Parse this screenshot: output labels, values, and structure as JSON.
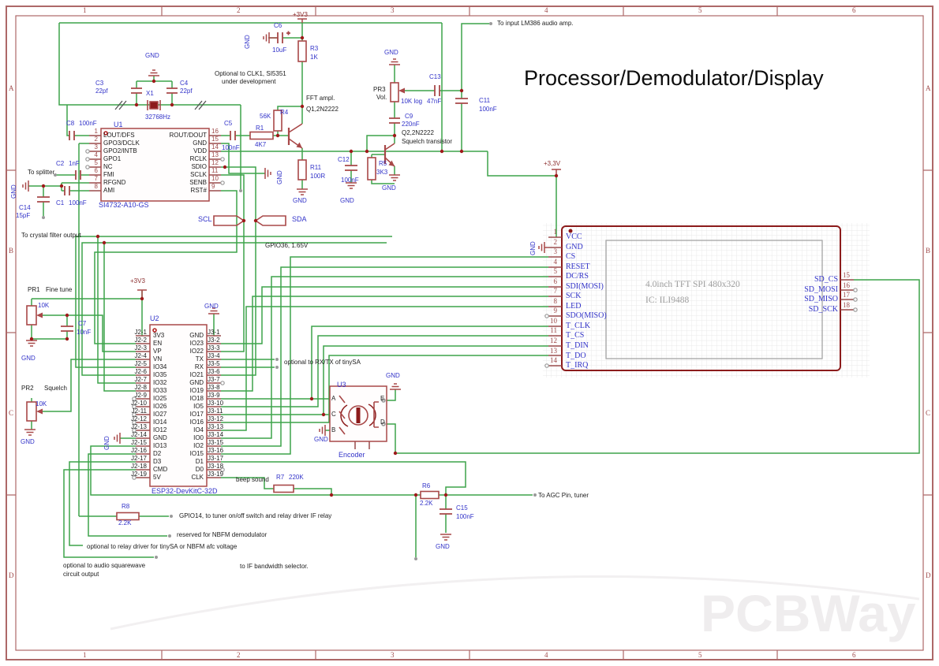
{
  "meta": {
    "title": "Processor/Demodulator/Display",
    "watermark": "PCBWay"
  },
  "frame": {
    "cols": [
      "1",
      "2",
      "3",
      "4",
      "5",
      "6"
    ],
    "rows": [
      "A",
      "B",
      "C",
      "D"
    ]
  },
  "colors": {
    "wire": "#3da44a",
    "symbol": "#a84848",
    "chip_border": "#8c1b1b",
    "junction": "#9d1a1a",
    "label_blue": "#3233c9",
    "text_black": "#1c1c1c",
    "text_gray": "#9d9d9d",
    "frame": "#ad6868"
  },
  "power": {
    "v33_top": "+3V3",
    "v33_esp": "+3V3",
    "v33_tft": "+3,3V"
  },
  "gnd": "GND",
  "nets": {
    "scl": "SCL",
    "sda": "SDA"
  },
  "u1": {
    "ref": "U1",
    "value": "SI4732-A10-GS",
    "left_nums": [
      "1",
      "2",
      "3",
      "4",
      "5",
      "6",
      "7",
      "8"
    ],
    "left_names": [
      "LOUT/DFS",
      "GPO3/DCLK",
      "GPO2/INTB",
      "GPO1",
      "NC",
      "FMI",
      "RFGND",
      "AMI"
    ],
    "right_nums": [
      "16",
      "15",
      "14",
      "13",
      "12",
      "11",
      "10",
      "9"
    ],
    "right_names": [
      "ROUT/DOUT",
      "GND",
      "VDD",
      "RCLK",
      "SDIO",
      "SCLK",
      "SENB",
      "RST#"
    ]
  },
  "u2": {
    "ref": "U2",
    "value": "ESP32-DevKitC-32D",
    "left_conn": [
      "J2-1",
      "J2-2",
      "J2-3",
      "J2-4",
      "J2-5",
      "J2-6",
      "J2-7",
      "J2-8",
      "J2-9",
      "J2-10",
      "J2-11",
      "J2-12",
      "J2-13",
      "J2-14",
      "J2-15",
      "J2-16",
      "J2-17",
      "J2-18",
      "J2-19"
    ],
    "left_names": [
      "3V3",
      "EN",
      "VP",
      "VN",
      "IO34",
      "IO35",
      "IO32",
      "IO33",
      "IO25",
      "IO26",
      "IO27",
      "IO14",
      "IO12",
      "GND",
      "IO13",
      "D2",
      "D3",
      "CMD",
      "5V"
    ],
    "right_names": [
      "GND",
      "IO23",
      "IO22",
      "TX",
      "RX",
      "IO21",
      "GND",
      "IO19",
      "IO18",
      "IO5",
      "IO17",
      "IO16",
      "IO4",
      "IO0",
      "IO2",
      "IO15",
      "D1",
      "D0",
      "CLK"
    ],
    "right_conn": [
      "J3-1",
      "J3-2",
      "J3-3",
      "J3-4",
      "J3-5",
      "J3-6",
      "J3-7",
      "J3-8",
      "J3-9",
      "J3-10",
      "J3-11",
      "J3-12",
      "J3-13",
      "J3-14",
      "J3-15",
      "J3-16",
      "J3-17",
      "J3-18",
      "J3-19"
    ]
  },
  "u3": {
    "ref": "U3",
    "value": "Encoder",
    "left_pins": [
      "A",
      "C",
      "B"
    ],
    "right_pins": [
      "E",
      "D"
    ]
  },
  "tft": {
    "desc": "4.0inch TFT SPI 480x320",
    "ic": "IC: ILI9488",
    "left_nums": [
      "1",
      "2",
      "3",
      "4",
      "5",
      "6",
      "7",
      "8",
      "9",
      "10",
      "11",
      "12",
      "13",
      "14"
    ],
    "left_names": [
      "VCC",
      "GND",
      "CS",
      "RESET",
      "DC/RS",
      "SDI(MOSI)",
      "SCK",
      "LED",
      "SDO(MISO)",
      "T_CLK",
      "T_CS",
      "T_DIN",
      "T_DO",
      "T_IRQ"
    ],
    "right_nums": [
      "15",
      "16",
      "17",
      "18"
    ],
    "right_names": [
      "SD_CS",
      "SD_MOSI",
      "SD_MISO",
      "SD_SCK"
    ]
  },
  "parts": {
    "C1": {
      "ref": "C1",
      "value": "100nF"
    },
    "C2": {
      "ref": "C2",
      "value": "1nF"
    },
    "C3": {
      "ref": "C3",
      "value": "22pf"
    },
    "C4": {
      "ref": "C4",
      "value": "22pf"
    },
    "C5": {
      "ref": "C5",
      "value": "100nF"
    },
    "C6": {
      "ref": "C6",
      "value": "10uF"
    },
    "C7": {
      "ref": "C7",
      "value": "10nF"
    },
    "C8": {
      "ref": "C8",
      "value": "100nF"
    },
    "C9": {
      "ref": "C9",
      "value": "220nF"
    },
    "C11": {
      "ref": "C11",
      "value": "100nF"
    },
    "C12": {
      "ref": "C12",
      "value": "100nF"
    },
    "C13": {
      "ref": "C13",
      "value": "47nF"
    },
    "C14": {
      "ref": "C14",
      "value": "15pF"
    },
    "C15": {
      "ref": "C15",
      "value": "100nF"
    },
    "R1": {
      "ref": "R1",
      "value": "4K7"
    },
    "R3": {
      "ref": "R3",
      "value": "1K"
    },
    "R4": {
      "ref": "R4",
      "value": "56K"
    },
    "R5": {
      "ref": "R5",
      "value": "3K3"
    },
    "R6": {
      "ref": "R6",
      "value": "2.2K"
    },
    "R7": {
      "ref": "R7",
      "value": "220K"
    },
    "R8": {
      "ref": "R8",
      "value": "2.2K"
    },
    "R11": {
      "ref": "R11",
      "value": "100R"
    },
    "X1": {
      "ref": "X1",
      "value": "32768Hz"
    },
    "PR1": {
      "ref": "PR1",
      "desc": "Fine tune",
      "value": "10K"
    },
    "PR2": {
      "ref": "PR2",
      "desc": "Squelch",
      "value": "10K"
    },
    "PR3": {
      "ref": "PR3",
      "desc": "Vol.",
      "value": "10K log"
    }
  },
  "notes": {
    "clk1a": "Optional to CLK1, SI5351",
    "clk1b": "under development",
    "fft": "FFT ampl.",
    "q1": "Q1,2N2222",
    "q2": "Q2,2N2222",
    "q2b": "Squelch transistor",
    "lm386": "To input LM386 audio amp.",
    "splitter": "To splitter",
    "xtalout": "To crystal filter output",
    "gpio36": "GPIO36, 1.65V",
    "tinysa": "optional to RX/TX of tinySA",
    "beep": "beep sound",
    "agc": "To AGC Pin, tuner",
    "gpio14": "GPIO14, to tuner on/off switch and relay driver IF relay",
    "nbfm": "reserved for NBFM demodulator",
    "relay": "optional to relay driver for tinySA or NBFM afc voltage",
    "sqw1": "optional to audio squarewave",
    "sqw2": "circuit output",
    "ifbw": "to IF bandwidth selector."
  }
}
